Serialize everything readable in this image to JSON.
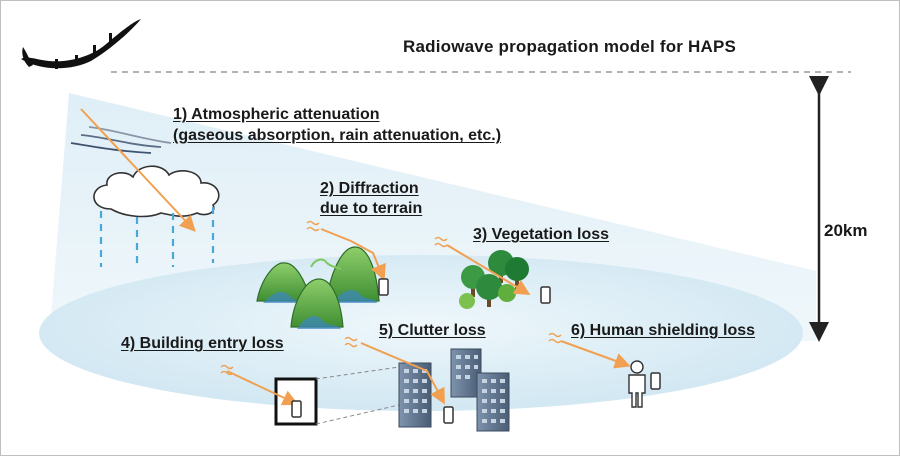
{
  "title": "Radiowave propagation model for HAPS",
  "altitude_label": "20km",
  "losses": [
    {
      "line1": "1) Atmospheric attenuation",
      "line2": "(gaseous absorption, rain attenuation, etc.)"
    },
    {
      "line1": "2) Diffraction",
      "line2": "due to terrain"
    },
    {
      "line1": "3) Vegetation loss"
    },
    {
      "line1": "4) Building entry loss"
    },
    {
      "line1": "5) Clutter loss"
    },
    {
      "line1": "6) Human shielding loss"
    }
  ],
  "icons": [
    "haps-aircraft-icon",
    "cloud-icon",
    "rain-icon",
    "wind-icon",
    "mountain-icon",
    "tree-icon",
    "building-icon",
    "smartphone-icon",
    "person-icon",
    "radio-wave-icon"
  ],
  "colors": {
    "signal": "#f0a050",
    "coverage": "#d6ebf5",
    "beam": "#e7f3f9",
    "mountain": "#4e9a3a",
    "tree": "#2e8b3e",
    "building": "#5a6e86",
    "rain": "#4aa8d8"
  }
}
